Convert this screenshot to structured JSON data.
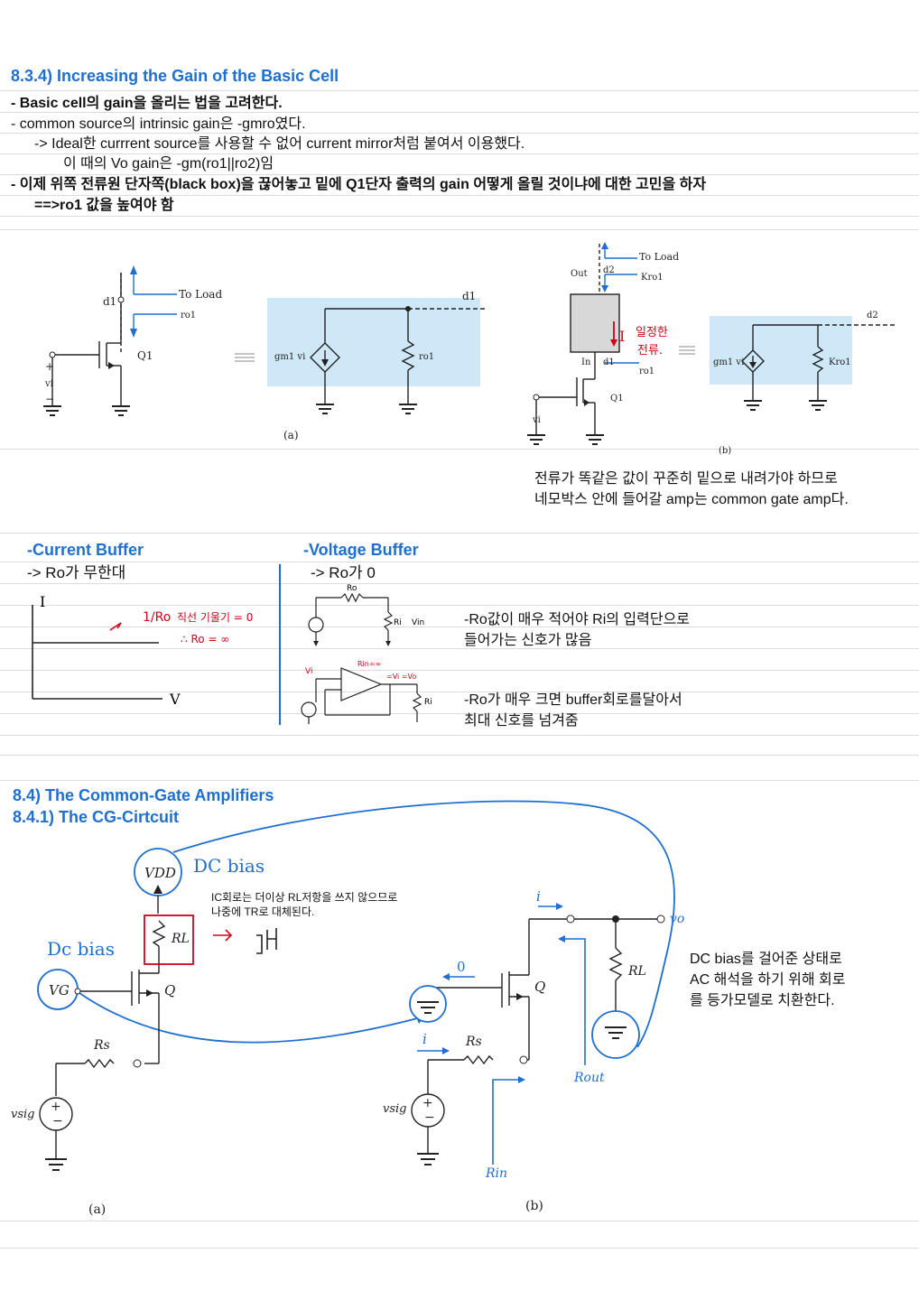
{
  "section1": {
    "title": "8.3.4) Increasing the Gain of the Basic Cell",
    "line1": "- Basic cell의 gain을 올리는 법을 고려한다.",
    "line2": "- common source의 intrinsic gain은 -gmro였다.",
    "line3": "-> Ideal한 currrent source를 사용할 수 없어 current mirror처럼 붙여서 이용했다.",
    "line4": "이 때의 Vo  gain은 -gm(ro1||ro2)임",
    "line5": "- 이제 위쪽 전류원 단자쪽(black box)을 끊어놓고 밑에 Q1단자 출력의 gain 어떻게 올릴 것이냐에 대한 고민을 하자",
    "line6": "==>ro1 값을 높여야 함"
  },
  "figure1": {
    "a": {
      "d1": "d1",
      "toLoad": "To Load",
      "ro1": "ro1",
      "q1": "Q1",
      "vi": "vi",
      "plus": "+",
      "minus": "−",
      "gm": "gm1 vi",
      "ro1b": "ro1",
      "d1b": "d1",
      "caption": "(a)"
    },
    "b": {
      "toLoad": "To Load",
      "kro": "Kro1",
      "out": "Out",
      "d2": "d2",
      "in": "In",
      "d1": "d1",
      "ro1": "ro1",
      "q1": "Q1",
      "vi": "vi",
      "gm": "gm1 vi",
      "kro2": "Kro1",
      "d2b": "d2",
      "caption": "(b)",
      "handI": "I",
      "handNote1": "일정한",
      "handNote2": "전류."
    },
    "note1": "전류가 똑같은 값이 꾸준히 밑으로 내려가야 하므로",
    "note2": "네모박스 안에 들어갈 amp는 common gate amp다."
  },
  "buffers": {
    "current": {
      "title": "-Current Buffer",
      "sub": "->  Ro가 무한대",
      "axisI": "I",
      "axisV": "V",
      "hand1": "1/Ro",
      "hand2": "직선 기울기 = 0",
      "hand3": "∴ Ro = ∞"
    },
    "voltage": {
      "title": "-Voltage Buffer",
      "sub": "-> Ro가 0",
      "ro": "Ro",
      "ri": "Ri",
      "vin": "Vin",
      "vi": "Vi",
      "rin": "Rin=∞",
      "vo": "=Vi =Vo",
      "note1a": "-Ro값이 매우 적어야 Ri의 입력단으로",
      "note1b": "들어가는 신호가 많음",
      "note2a": "-Ro가 매우 크면 buffer회로를달아서",
      "note2b": "최대 신호를 넘겨줌"
    }
  },
  "section2": {
    "title1": "8.4) The Common-Gate Amplifiers",
    "title2": "8.4.1)  The CG-Cirtcuit",
    "vdd": "VDD",
    "dcBias1": "DC bias",
    "dcBias2": "Dc bias",
    "vg": "VG",
    "rl": "RL",
    "q": "Q",
    "rs": "Rs",
    "vsig": "vsig",
    "capA": "(a)",
    "icNote1": "IC회로는 더이상 RL저항을 쓰지 않으므로",
    "icNote2": "나중에 TR로 대체된다.",
    "i": "i",
    "zero": "0",
    "vo": "vo",
    "rout": "Rout",
    "rin": "Rin",
    "capB": "(b)",
    "note1": "DC bias를 걸어준 상태로",
    "note2": "AC 해석을 하기 위해 회로",
    "note3": "를 등가모델로 치환한다."
  },
  "colors": {
    "accent": "#1f6fd1",
    "hand_red": "#d0021b",
    "box_blue": "#cfe8f7"
  }
}
